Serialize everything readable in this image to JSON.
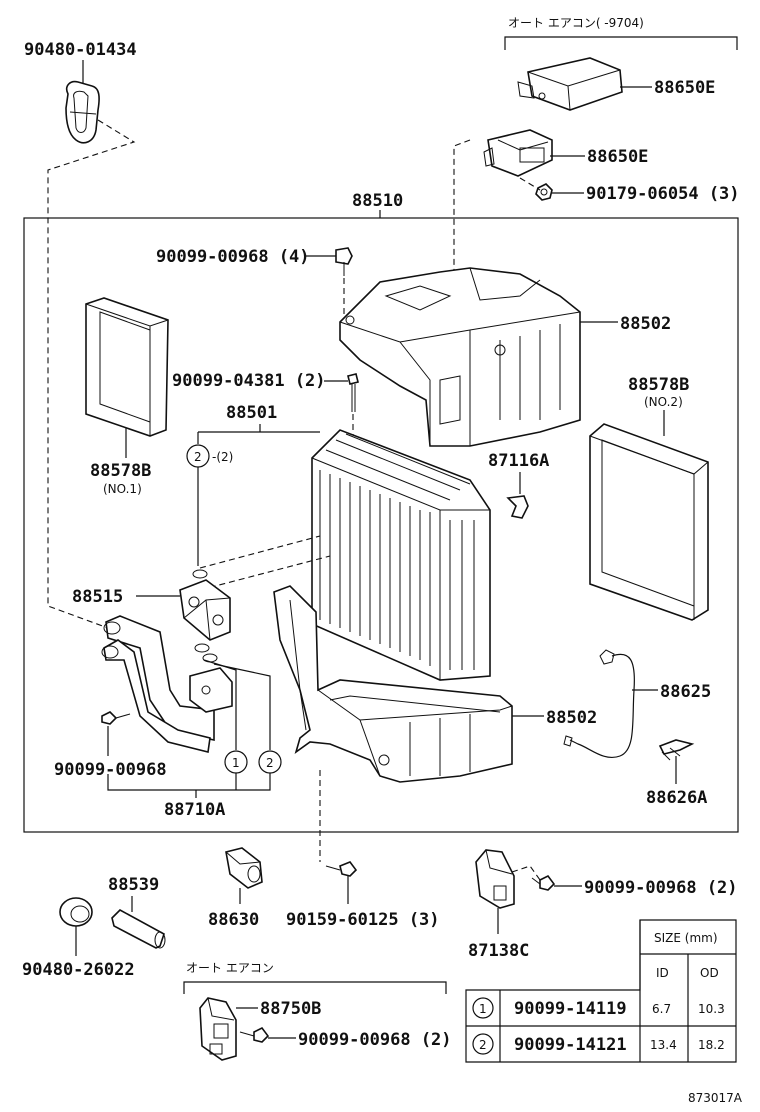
{
  "top_note": "オート エアコン(     -9704)",
  "mid_note": "オート エアコン",
  "diagram_code": "873017A",
  "part_labels": {
    "p90480_01434": "90480-01434",
    "p88650E_a": "88650E",
    "p88650E_b": "88650E",
    "p90179_06054": "90179-06054 (3)",
    "p88510": "88510",
    "p90099_00968_4": "90099-00968 (4)",
    "p88502_top": "88502",
    "p90099_04381": "90099-04381 (2)",
    "p88578B_left": "88578B",
    "p88578B_left_note": "(NO.1)",
    "p88578B_right": "88578B",
    "p88578B_right_note": "(NO.2)",
    "p88501": "88501",
    "circle2_note": "-(2)",
    "p87116A": "87116A",
    "p88515": "88515",
    "p88625": "88625",
    "p88502_bottom": "88502",
    "p90099_00968_a": "90099-00968",
    "p88710A": "88710A",
    "p88626A": "88626A",
    "p88539": "88539",
    "p90480_26022": "90480-26022",
    "p88630": "88630",
    "p90159_60125": "90159-60125 (3)",
    "p87138C": "87138C",
    "p90099_00968_2a": "90099-00968 (2)",
    "p88750B": "88750B",
    "p90099_00968_2b": "90099-00968 (2)"
  },
  "circles": [
    "1",
    "2"
  ],
  "size_table": {
    "header": "SIZE (mm)",
    "columns": [
      "ID",
      "OD"
    ],
    "rows": [
      {
        "mark": "1",
        "part": "90099-14119",
        "id": "6.7",
        "od": "10.3"
      },
      {
        "mark": "2",
        "part": "90099-14121",
        "id": "13.4",
        "od": "18.2"
      }
    ]
  }
}
